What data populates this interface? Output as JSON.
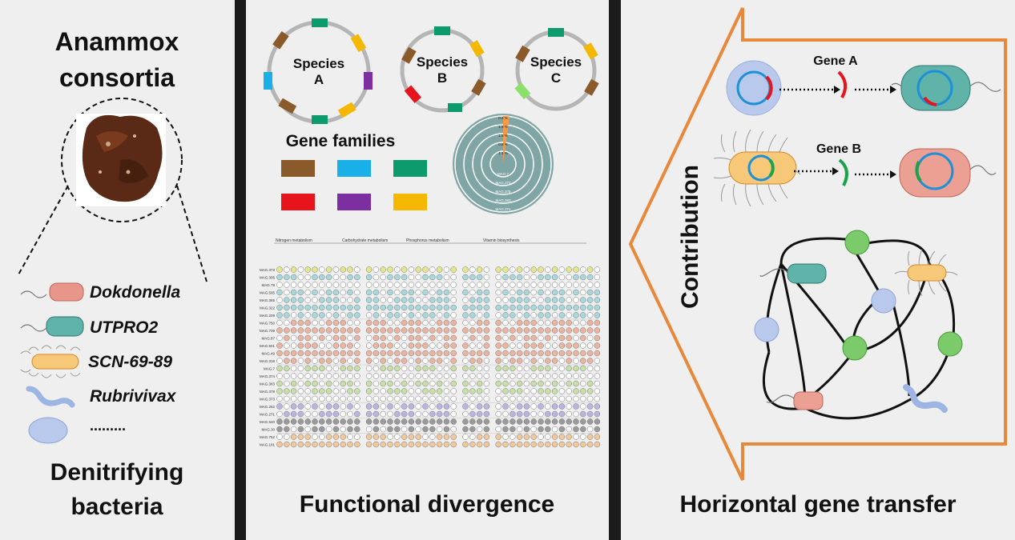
{
  "panel1": {
    "title_line1": "Anammox",
    "title_line2": "consortia",
    "legend": [
      "Dokdonella",
      "UTPRO2",
      "SCN-69-89",
      "Rubrivivax",
      "........."
    ],
    "bottom_line1": "Denitrifying",
    "bottom_line2": "bacteria"
  },
  "panel2": {
    "species": [
      {
        "name_line1": "Species",
        "name_line2": "A"
      },
      {
        "name_line1": "Species",
        "name_line2": "B"
      },
      {
        "name_line1": "Species",
        "name_line2": "C"
      }
    ],
    "gene_families_title": "Gene families",
    "gene_family_colors": [
      "#8a5a2b",
      "#19b0ea",
      "#0d9a6c",
      "#e8141b",
      "#7b2fa0",
      "#f5b800"
    ],
    "donut_labels": [
      "MAG.7",
      "MAG.373",
      "MAG.378",
      "MAG.383",
      "MAG.374"
    ],
    "donut_percents": [
      "0.3 %",
      "1.8 %",
      "1.5 %",
      "0.8 %",
      "1.1 %"
    ],
    "heatmap_groups": [
      "Nitrogen metabolism",
      "Carbohydrate metabolism",
      "Phosphorus metabolism",
      "Vitamin biosynthesis"
    ],
    "heatmap_rows": [
      "MAG.373",
      "MAG.305",
      "MAG.78",
      "MAG.595",
      "MAG.365",
      "MAG.322",
      "MAG.209",
      "MAG.750",
      "MAG.739",
      "MAG.87",
      "MAG.501",
      "MAG.49",
      "MAG.319",
      "MAG.7",
      "MAG.374",
      "MAG.383",
      "MAG.378",
      "MAG.373",
      "MAG.262",
      "MAG.271",
      "MAG.540",
      "MAG.30",
      "MAG.752",
      "MAG.181"
    ],
    "title": "Functional divergence"
  },
  "panel3": {
    "arrow_label": "Contribution",
    "gene_a": "Gene A",
    "gene_b": "Gene B",
    "title": "Horizontal gene transfer"
  }
}
